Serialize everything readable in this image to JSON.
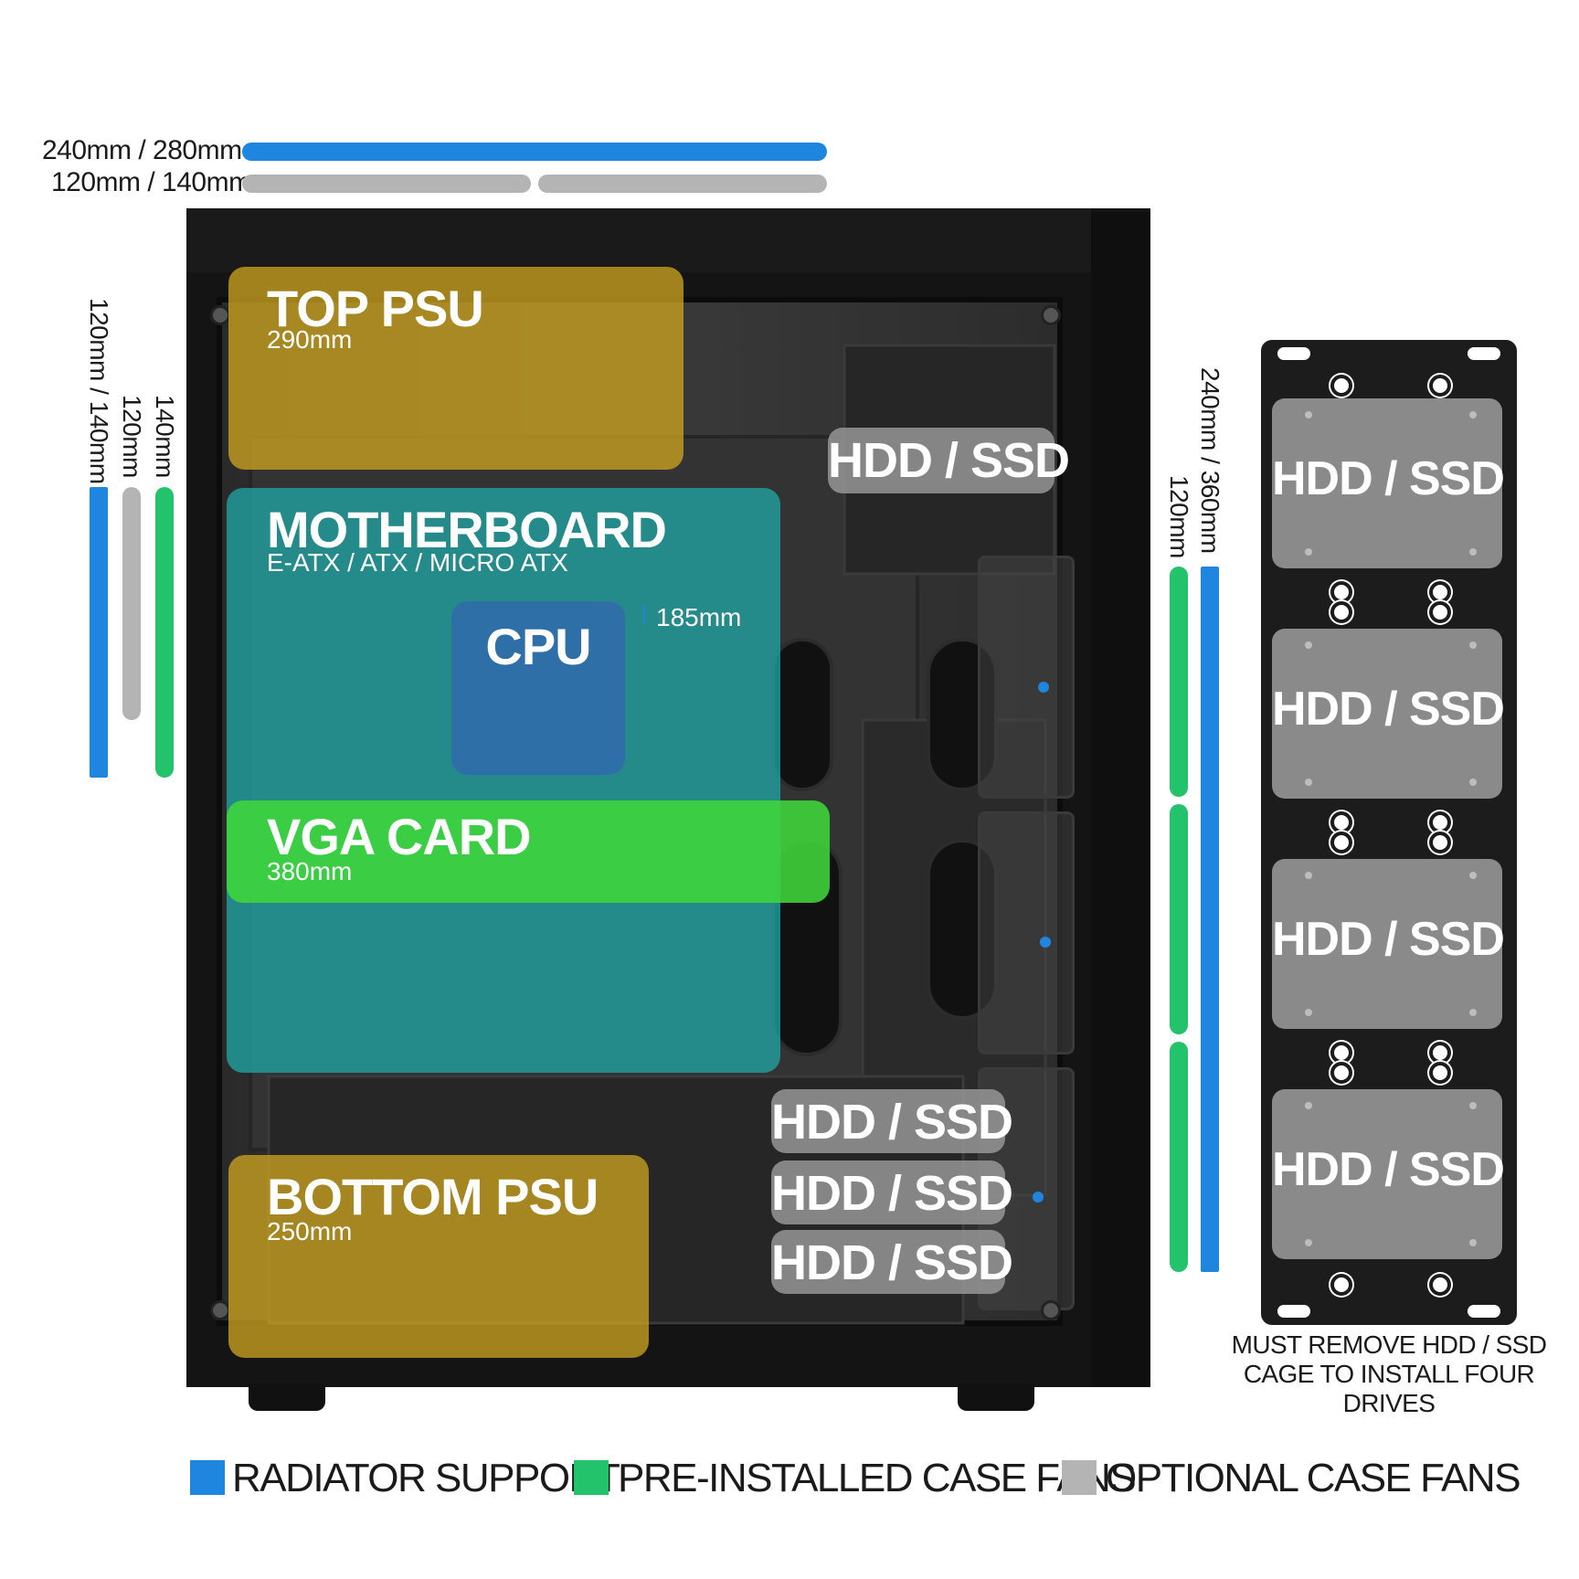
{
  "colors": {
    "radiator": "#1f86e0",
    "preinstalled": "#22c36a",
    "optional": "#b4b4b4",
    "psu_zone": "#c9a21f",
    "motherboard_zone": "#22a8a8",
    "cpu_zone": "#2f6fa8",
    "vga_zone": "#3fd63a",
    "hdd_pill": "#969696"
  },
  "top_dims": {
    "radiator": "240mm / 280mm",
    "fans": "120mm / 140mm"
  },
  "left_dims": {
    "radiator": "120mm / 140mm",
    "optional": "120mm",
    "preinstalled": "140mm"
  },
  "right_dims": {
    "radiator": "240mm / 360mm",
    "preinstalled": "120mm"
  },
  "zones": {
    "top_psu": {
      "title": "TOP PSU",
      "size": "290mm"
    },
    "motherboard": {
      "title": "MOTHERBOARD",
      "formats": "E-ATX / ATX / MICRO ATX"
    },
    "cpu": {
      "title": "CPU",
      "cooler_height": "185mm"
    },
    "vga": {
      "title": "VGA CARD",
      "size": "380mm"
    },
    "bottom_psu": {
      "title": "BOTTOM PSU",
      "size": "250mm"
    }
  },
  "drive_bays": {
    "upper": "HDD / SSD",
    "lower": [
      "HDD / SSD",
      "HDD / SSD",
      "HDD / SSD"
    ]
  },
  "cage": {
    "slots": [
      "HDD / SSD",
      "HDD / SSD",
      "HDD / SSD",
      "HDD / SSD"
    ],
    "note_line1": "MUST REMOVE HDD / SSD",
    "note_line2": "CAGE TO INSTALL FOUR DRIVES"
  },
  "legend": [
    {
      "label": "RADIATOR SUPPORT",
      "color": "#1f86e0"
    },
    {
      "label": "PRE-INSTALLED CASE FANS",
      "color": "#22c36a"
    },
    {
      "label": "OPTIONAL CASE FANS",
      "color": "#b4b4b4"
    }
  ]
}
